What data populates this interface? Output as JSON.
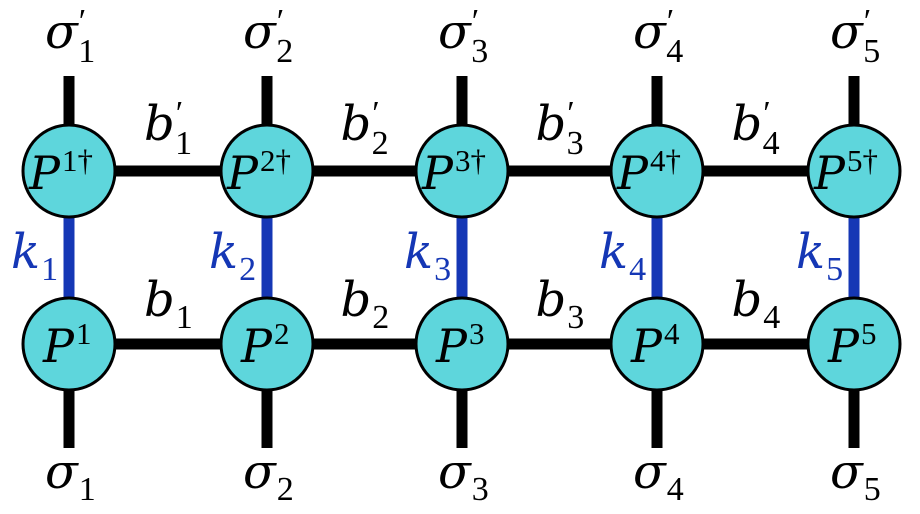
{
  "colors": {
    "node_fill": "#5ED6DC",
    "node_stroke": "#000000",
    "leg": "#000000",
    "k_bond": "#1537B5",
    "text": "#000000",
    "k_text": "#1537B5"
  },
  "columns": [
    {
      "top_leg": "σ",
      "top_leg_sub": "1",
      "top_node": "P",
      "top_node_sup": "1†",
      "bottom_node": "P",
      "bottom_node_sup": "1",
      "bottom_leg": "σ",
      "bottom_leg_sub": "1",
      "k": "k",
      "k_sub": "1"
    },
    {
      "top_leg": "σ",
      "top_leg_sub": "2",
      "top_node": "P",
      "top_node_sup": "2†",
      "bottom_node": "P",
      "bottom_node_sup": "2",
      "bottom_leg": "σ",
      "bottom_leg_sub": "2",
      "k": "k",
      "k_sub": "2"
    },
    {
      "top_leg": "σ",
      "top_leg_sub": "3",
      "top_node": "P",
      "top_node_sup": "3†",
      "bottom_node": "P",
      "bottom_node_sup": "3",
      "bottom_leg": "σ",
      "bottom_leg_sub": "3",
      "k": "k",
      "k_sub": "3"
    },
    {
      "top_leg": "σ",
      "top_leg_sub": "4",
      "top_node": "P",
      "top_node_sup": "4†",
      "bottom_node": "P",
      "bottom_node_sup": "4",
      "bottom_leg": "σ",
      "bottom_leg_sub": "4",
      "k": "k",
      "k_sub": "4"
    },
    {
      "top_leg": "σ",
      "top_leg_sub": "5",
      "top_node": "P",
      "top_node_sup": "5†",
      "bottom_node": "P",
      "bottom_node_sup": "5",
      "bottom_leg": "σ",
      "bottom_leg_sub": "5",
      "k": "k",
      "k_sub": "5"
    }
  ],
  "top_bonds": [
    {
      "label": "b",
      "sub": "1"
    },
    {
      "label": "b",
      "sub": "2"
    },
    {
      "label": "b",
      "sub": "3"
    },
    {
      "label": "b",
      "sub": "4"
    }
  ],
  "bottom_bonds": [
    {
      "label": "b",
      "sub": "1"
    },
    {
      "label": "b",
      "sub": "2"
    },
    {
      "label": "b",
      "sub": "3"
    },
    {
      "label": "b",
      "sub": "4"
    }
  ],
  "prime": "′"
}
